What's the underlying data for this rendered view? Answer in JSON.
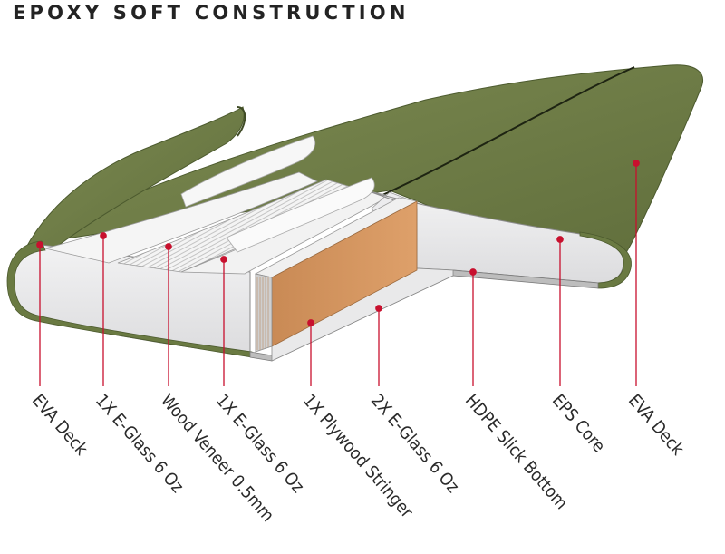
{
  "title": "EPOXY SOFT CONSTRUCTION",
  "colors": {
    "deck_green": "#6f7e48",
    "deck_green_dark": "#5a6838",
    "core_gray": "#e7e7e9",
    "stringer_wood": "#d9935f",
    "pointer_red": "#c8102e"
  },
  "layers": [
    {
      "label": "EVA Deck"
    },
    {
      "label": "1X E-Glass 6 Oz"
    },
    {
      "label": "Wood Veneer 0.5mm"
    },
    {
      "label": "1X E-Glass 6 Oz"
    },
    {
      "label": "1X Plywood Stringer"
    },
    {
      "label": "2X E-Glass 6 Oz"
    },
    {
      "label": "HDPE Slick Bottom"
    },
    {
      "label": "EPS Core"
    },
    {
      "label": "EVA Deck"
    }
  ]
}
